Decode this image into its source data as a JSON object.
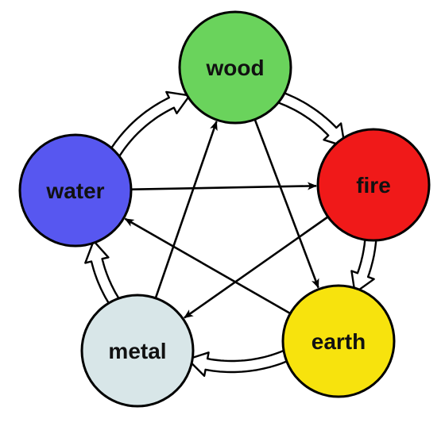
{
  "nodes": [
    {
      "id": "wood",
      "label": "wood",
      "color": "#6ad35c"
    },
    {
      "id": "fire",
      "label": "fire",
      "color": "#f01919"
    },
    {
      "id": "earth",
      "label": "earth",
      "color": "#f7e30d"
    },
    {
      "id": "metal",
      "label": "metal",
      "color": "#d8e6e8"
    },
    {
      "id": "water",
      "label": "water",
      "color": "#5757f0"
    }
  ],
  "cycle_arrows": [
    {
      "from": "wood",
      "to": "fire"
    },
    {
      "from": "fire",
      "to": "earth"
    },
    {
      "from": "earth",
      "to": "metal"
    },
    {
      "from": "metal",
      "to": "water"
    },
    {
      "from": "water",
      "to": "wood"
    }
  ],
  "line_arrows": [
    {
      "from": "wood",
      "to": "earth"
    },
    {
      "from": "fire",
      "to": "metal"
    },
    {
      "from": "earth",
      "to": "water"
    },
    {
      "from": "metal",
      "to": "wood"
    },
    {
      "from": "water",
      "to": "fire"
    }
  ]
}
